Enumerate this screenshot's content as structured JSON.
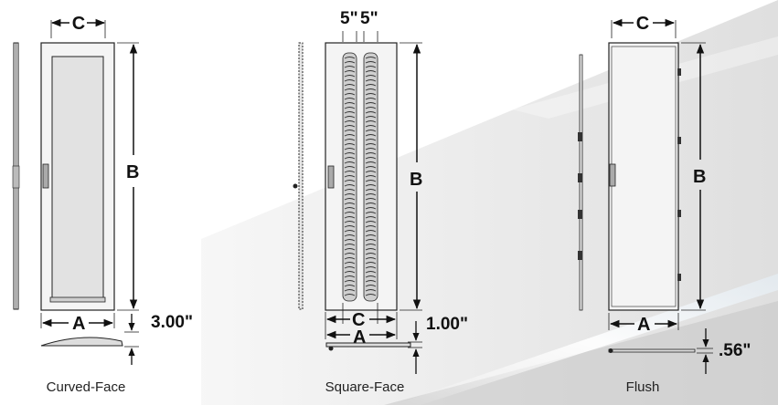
{
  "colors": {
    "line": "#222222",
    "door_fill": "#f2f2f2",
    "bg_light": "#ececec",
    "bg_mid": "#d8d8d8",
    "accent": "#cfe3f2"
  },
  "doors": {
    "curved": {
      "caption": "Curved-Face",
      "width_label": "A",
      "height_label": "B",
      "top_label": "C",
      "depth_label": "3.00\""
    },
    "square": {
      "caption": "Square-Face",
      "width_label": "A",
      "height_label": "B",
      "inner_label": "C",
      "depth_label": "1.00\"",
      "vent_label_left": "5\"",
      "vent_label_right": "5\""
    },
    "flush": {
      "caption": "Flush",
      "width_label": "A",
      "height_label": "B",
      "top_label": "C",
      "depth_label": ".56\""
    }
  }
}
